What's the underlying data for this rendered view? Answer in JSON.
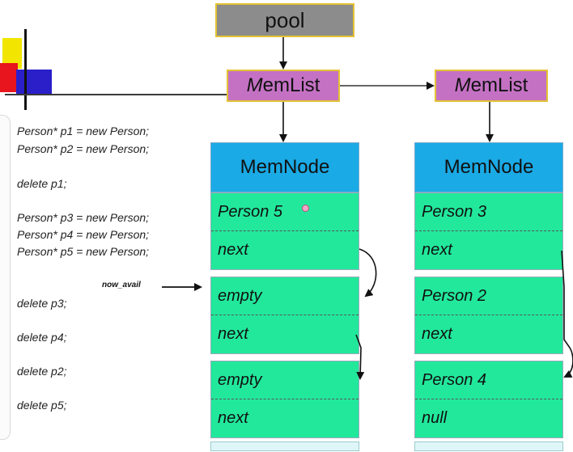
{
  "pool_label": "pool",
  "memlist": {
    "prefix": "M",
    "suffix": "emList"
  },
  "memnode_label": "MemNode",
  "now_avail_label": "now_avail",
  "code_lines": [
    "Person* p1 = new Person;",
    "Person* p2 = new Person;",
    "delete p1;",
    "Person* p3 = new Person;",
    "Person* p4 = new Person;",
    "Person* p5 = new Person;",
    "delete p3;",
    "delete p4;",
    "delete p2;",
    "delete p5;"
  ],
  "column1_nodes": [
    {
      "value": "Person 5",
      "link": "next"
    },
    {
      "value": "empty",
      "link": "next"
    },
    {
      "value": "empty",
      "link": "next"
    }
  ],
  "column2_nodes": [
    {
      "value": "Person 3",
      "link": "next"
    },
    {
      "value": "Person 2",
      "link": "next"
    },
    {
      "value": "Person 4",
      "link": "null"
    }
  ],
  "colors": {
    "pool": "#8c8c8c",
    "memlist": "#c471c4",
    "memnode": "#1aaae6",
    "node": "#22e89c"
  }
}
